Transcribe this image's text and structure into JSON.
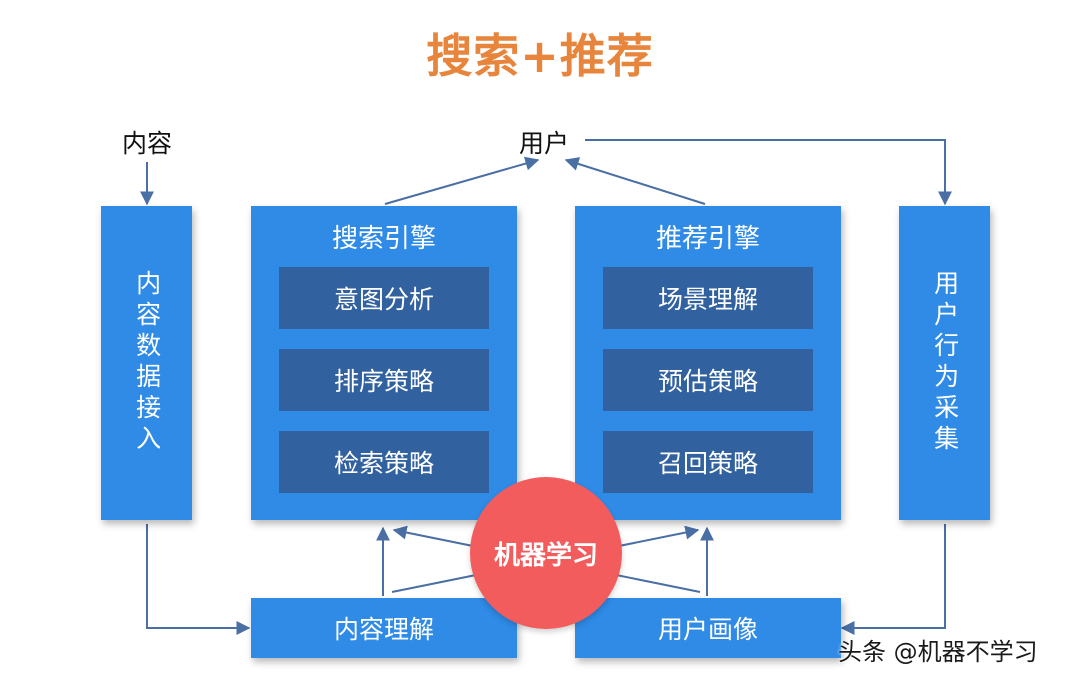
{
  "title": "搜索+推荐",
  "top_labels": {
    "content": "内容",
    "user": "用户"
  },
  "left_column": "内容数据接入",
  "right_column": "用户行为采集",
  "search_engine": {
    "title": "搜索引擎",
    "items": [
      "意图分析",
      "排序策略",
      "检索策略"
    ]
  },
  "recommend_engine": {
    "title": "推荐引擎",
    "items": [
      "场景理解",
      "预估策略",
      "召回策略"
    ]
  },
  "machine_learning": "机器学习",
  "bottom": {
    "content_understanding": "内容理解",
    "user_profile": "用户画像"
  },
  "watermark": "头条 @机器不学习",
  "colors": {
    "title": "#e8853c",
    "block_blue": "#2f8be6",
    "sub_block": "#31619f",
    "ml_circle": "#f25c5c",
    "arrow": "#4a6fa5"
  }
}
